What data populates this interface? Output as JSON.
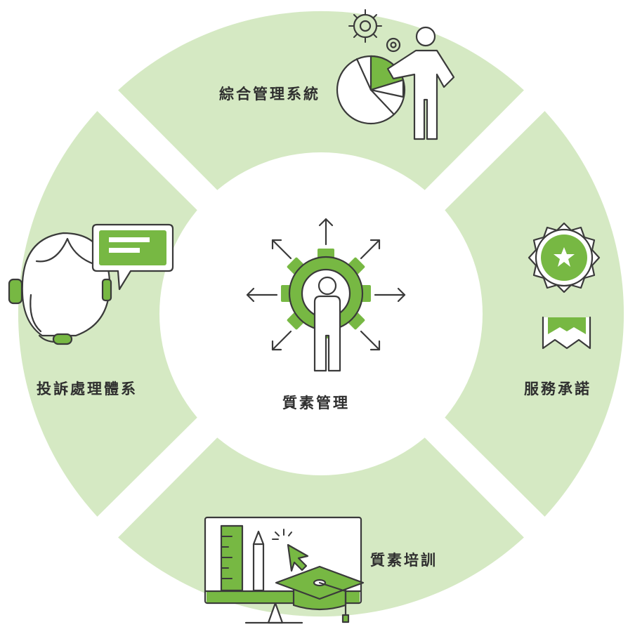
{
  "center": {
    "label": "質素管理",
    "icon": "person-gear-arrows-icon"
  },
  "segments": [
    {
      "position": "top",
      "label": "綜合管理系統",
      "icon": "presentation-pie-chart-icon"
    },
    {
      "position": "right",
      "label": "服務承諾",
      "icon": "award-badge-icon"
    },
    {
      "position": "bottom",
      "label": "質素培訓",
      "icon": "training-monitor-graduation-icon"
    },
    {
      "position": "left",
      "label": "投訴處理體系",
      "icon": "customer-service-headset-icon"
    }
  ],
  "colors": {
    "segment_fill": "#d5e9c3",
    "accent": "#77b843",
    "outline": "#3a3a3a",
    "text": "#2f2f2f",
    "background": "#ffffff"
  }
}
